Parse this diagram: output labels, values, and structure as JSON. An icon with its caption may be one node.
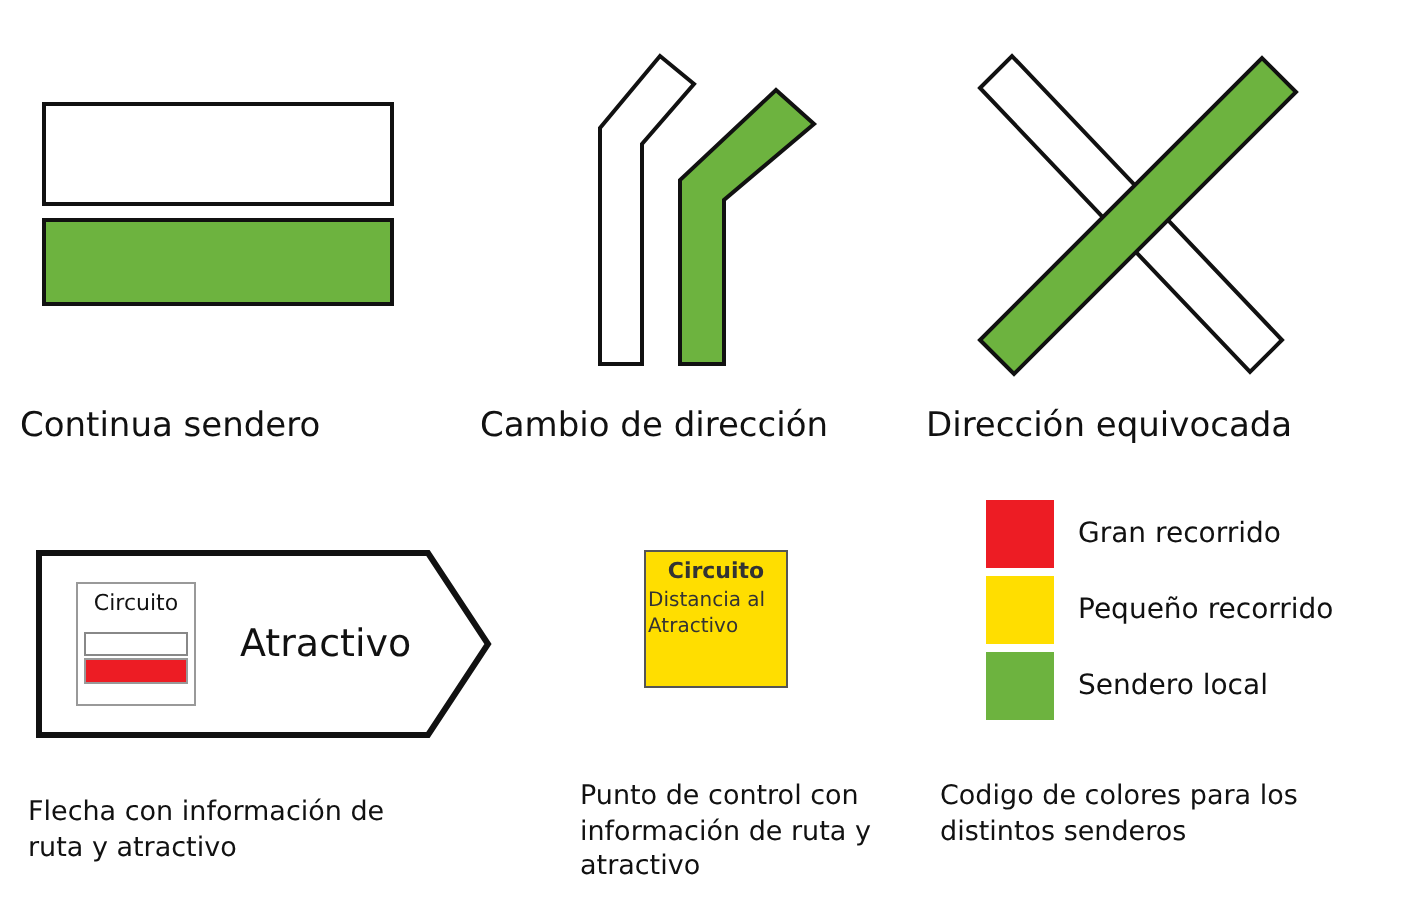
{
  "diagram": {
    "nodes": [
      {
        "text": [
          "Atractivo"
        ],
        "beside": [
          "Flecha con información de ruta y atractivo"
        ]
      },
      {
        "text": [
          "Circuito"
        ],
        "in": 0
      },
      {
        "text": [
          "Circuito",
          "Distancia al Atractivo"
        ],
        "beside": [
          "Punto de control con información de ruta y atractivo"
        ]
      }
    ],
    "labels": [
      "Continua sendero",
      "Cambio de dirección",
      "Dirección equivocada",
      "Codigo de colores para los distintos senderos"
    ],
    "legend": [
      {
        "text": "Gran recorrido",
        "color": "#ed1c24"
      },
      {
        "text": "Pequeño recorrido",
        "color": "#ffde00"
      },
      {
        "text": "Sendero local",
        "color": "#6db33f"
      }
    ]
  }
}
